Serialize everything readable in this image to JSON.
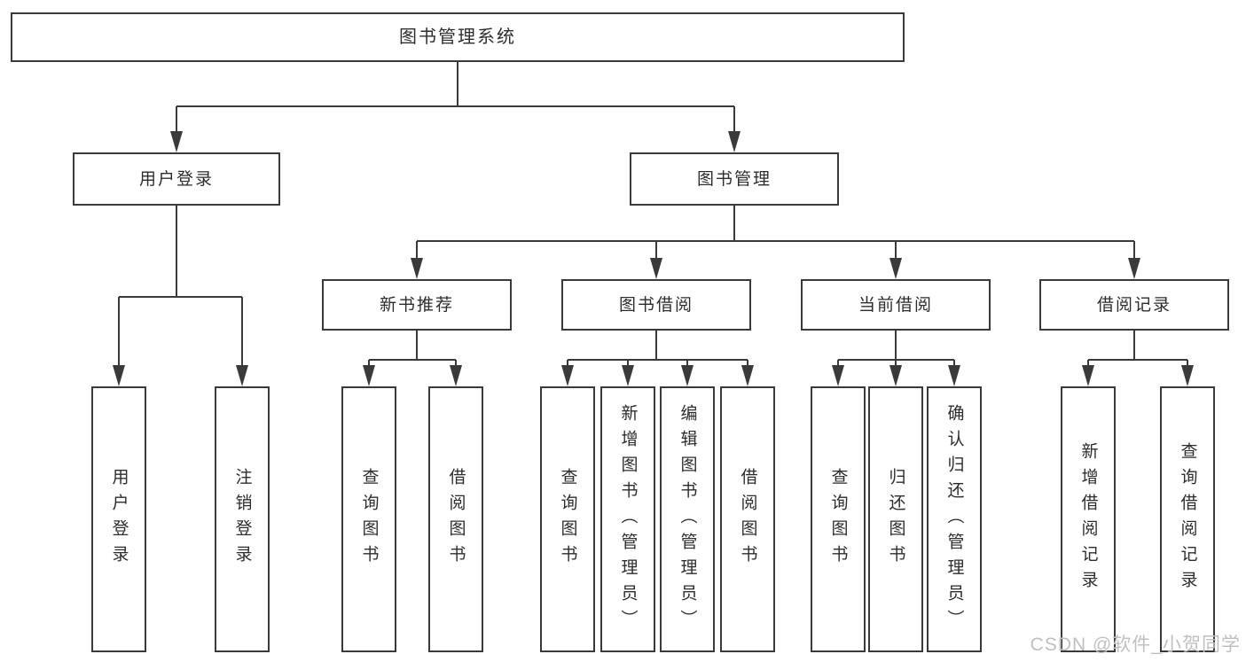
{
  "tree": {
    "label": "图书管理系统",
    "children": [
      {
        "label": "用户登录",
        "children": [
          {
            "label": "用户登录"
          },
          {
            "label": "注销登录"
          }
        ]
      },
      {
        "label": "图书管理",
        "children": [
          {
            "label": "新书推荐",
            "children": [
              {
                "label": "查询图书"
              },
              {
                "label": "借阅图书"
              }
            ]
          },
          {
            "label": "图书借阅",
            "children": [
              {
                "label": "查询图书"
              },
              {
                "label": "新增图书（管理员）"
              },
              {
                "label": "编辑图书（管理员）"
              },
              {
                "label": "借阅图书"
              }
            ]
          },
          {
            "label": "当前借阅",
            "children": [
              {
                "label": "查询图书"
              },
              {
                "label": "归还图书"
              },
              {
                "label": "确认归还（管理员）"
              }
            ]
          },
          {
            "label": "借阅记录",
            "children": [
              {
                "label": "新增借阅记录"
              },
              {
                "label": "查询借阅记录"
              }
            ]
          }
        ]
      }
    ]
  },
  "watermark": {
    "text": "CSDN @软件_小贺同学"
  },
  "colors": {
    "line": "#3a3a3a",
    "text": "#2d2d2d",
    "background": "#ffffff",
    "watermark": "#c0c0c0"
  }
}
